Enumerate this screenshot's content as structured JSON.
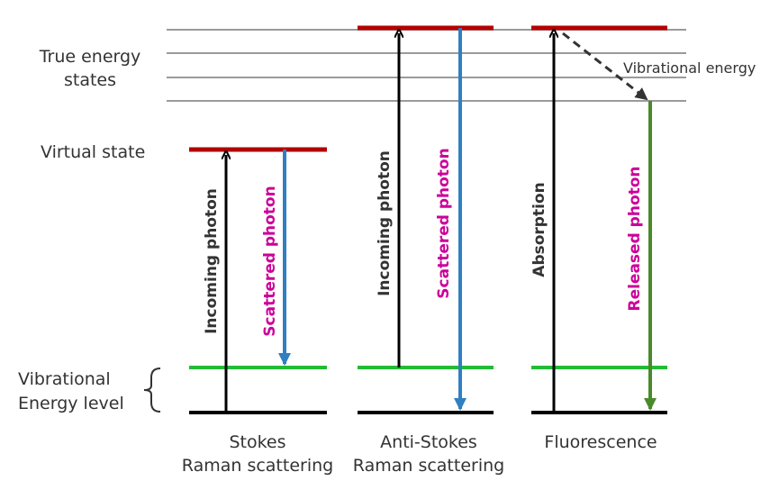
{
  "labels": {
    "true_states_line1": "True energy",
    "true_states_line2": "states",
    "virtual_state": "Virtual state",
    "vib_level_line1": "Vibrational",
    "vib_level_line2": "Energy level",
    "vibrational_energy": "Vibrational energy"
  },
  "panels": {
    "stokes": {
      "caption_line1": "Stokes",
      "caption_line2": "Raman scattering",
      "up_arrow_label": "Incoming photon",
      "down_arrow_label": "Scattered photon"
    },
    "anti_stokes": {
      "caption_line1": "Anti-Stokes",
      "caption_line2": "Raman scattering",
      "up_arrow_label": "Incoming photon",
      "down_arrow_label": "Scattered photon"
    },
    "fluorescence": {
      "caption_line1": "Fluorescence",
      "up_arrow_label": "Absorption",
      "down_arrow_label": "Released photon"
    }
  },
  "colors": {
    "state_red": "#b30000",
    "ground_black": "#000000",
    "vib_green": "#22bb33",
    "scatter_blue": "#2f7fc1",
    "release_green": "#4a8a2a",
    "label_magenta": "#cc0099",
    "grid_gray": "#9a9a9a",
    "text_gray": "#333333"
  }
}
